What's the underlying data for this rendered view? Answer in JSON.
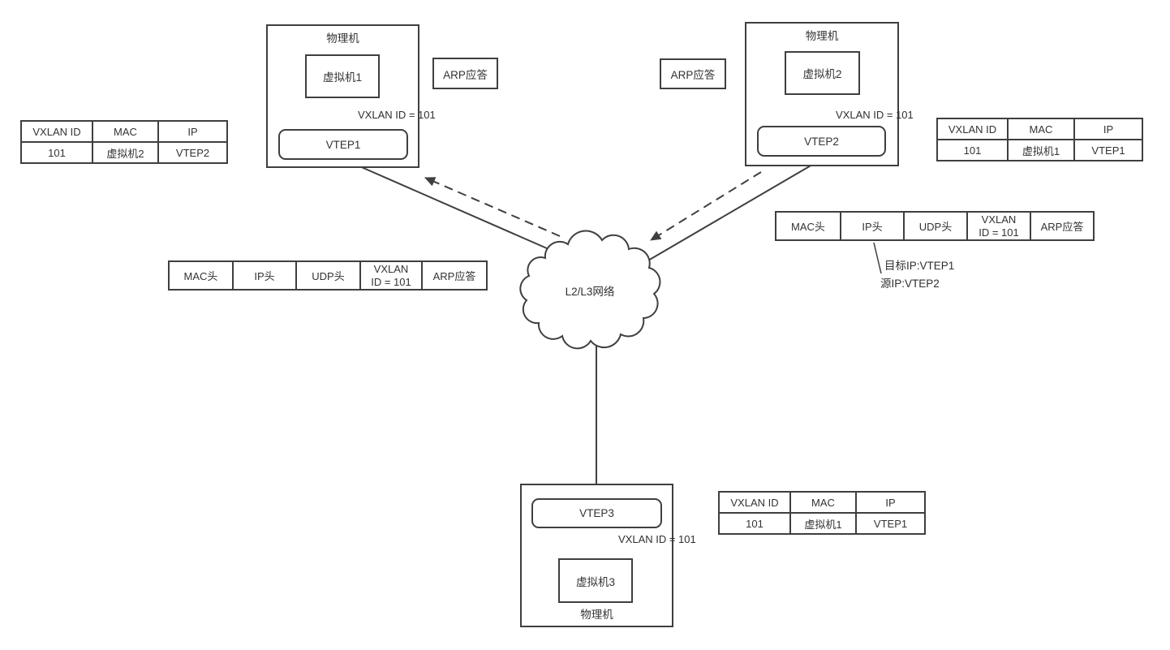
{
  "hosts": {
    "top_left": {
      "label": "物理机",
      "vm": "虚拟机1",
      "vtep": "VTEP1",
      "vxlan_label": "VXLAN ID = 101"
    },
    "top_right": {
      "label": "物理机",
      "vm": "虚拟机2",
      "vtep": "VTEP2",
      "vxlan_label": "VXLAN ID = 101"
    },
    "bottom": {
      "label": "物理机",
      "vm": "虚拟机3",
      "vtep": "VTEP3",
      "vxlan_label": "VXLAN ID = 101"
    }
  },
  "network_cloud": {
    "label": "L2/L3网络"
  },
  "arp_reply_badges": {
    "left": "ARP应答",
    "right": "ARP应答"
  },
  "mapping_tables": {
    "left": {
      "headers": [
        "VXLAN ID",
        "MAC",
        "IP"
      ],
      "row": [
        "101",
        "虚拟机2",
        "VTEP2"
      ]
    },
    "right": {
      "headers": [
        "VXLAN ID",
        "MAC",
        "IP"
      ],
      "row": [
        "101",
        "虚拟机1",
        "VTEP1"
      ]
    },
    "bottom": {
      "headers": [
        "VXLAN ID",
        "MAC",
        "IP"
      ],
      "row": [
        "101",
        "虚拟机1",
        "VTEP1"
      ]
    }
  },
  "packet_tables": {
    "left": {
      "mac": "MAC头",
      "ip": "IP头",
      "udp": "UDP头",
      "vxlan_line1": "VXLAN",
      "vxlan_line2": "ID = 101",
      "payload": "ARP应答"
    },
    "right": {
      "mac": "MAC头",
      "ip": "IP头",
      "udp": "UDP头",
      "vxlan_line1": "VXLAN",
      "vxlan_line2": "ID = 101",
      "payload": "ARP应答"
    }
  },
  "ip_annotation": {
    "dest": "目标IP:VTEP1",
    "src": "源IP:VTEP2"
  },
  "colors": {
    "stroke": "#3f3f3f",
    "text": "#333333",
    "background": "#ffffff"
  }
}
